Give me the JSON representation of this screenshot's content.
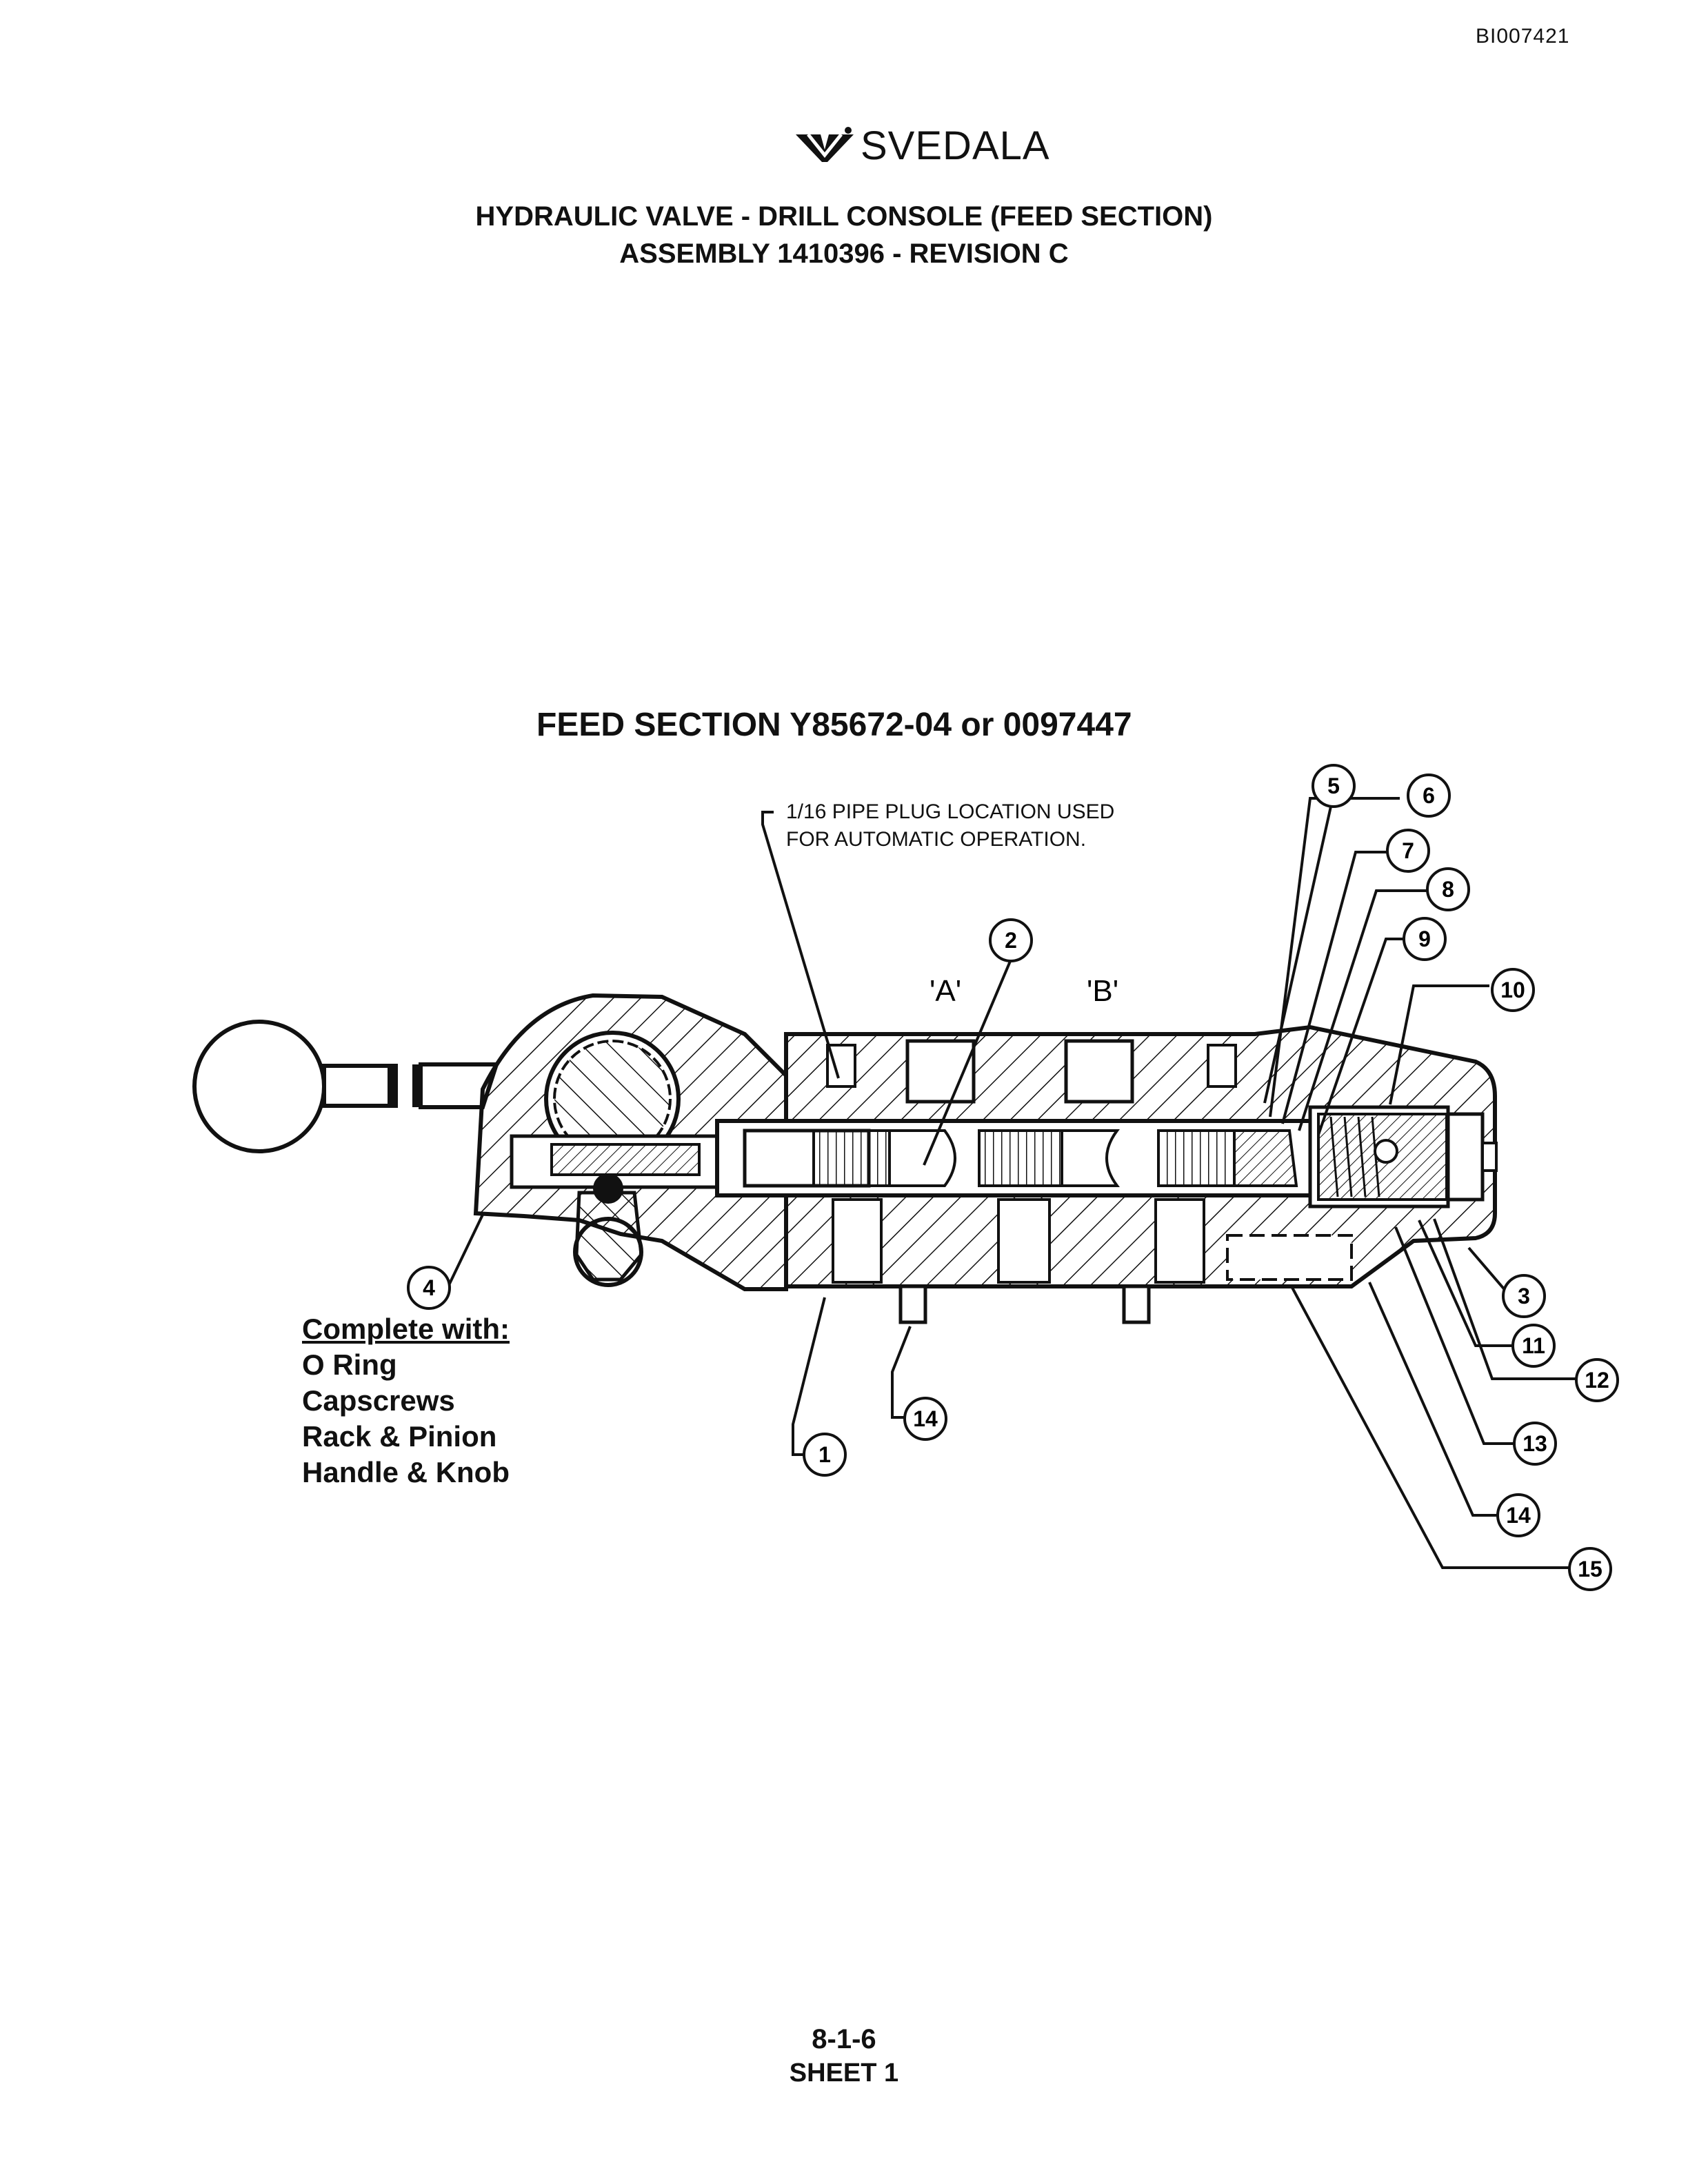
{
  "header": {
    "doc_id": "BI007421",
    "brand": "SVEDALA",
    "title_line1": "HYDRAULIC VALVE - DRILL CONSOLE (FEED SECTION)",
    "title_line2": "ASSEMBLY 1410396 - REVISION C"
  },
  "diagram": {
    "section_title": "FEED SECTION  Y85672-04 or 0097447",
    "note_line1": "1/16 PIPE PLUG LOCATION USED",
    "note_line2": "FOR AUTOMATIC OPERATION.",
    "port_a": "'A'",
    "port_b": "'B'",
    "callouts": [
      "1",
      "2",
      "3",
      "4",
      "5",
      "6",
      "7",
      "8",
      "9",
      "10",
      "11",
      "12",
      "13",
      "14",
      "14",
      "15"
    ]
  },
  "complete_with": {
    "heading": "Complete with:",
    "items": [
      "O Ring",
      "Capscrews",
      "Rack & Pinion",
      "Handle & Knob"
    ]
  },
  "footer": {
    "page": "8-1-6",
    "sheet": "SHEET 1"
  }
}
